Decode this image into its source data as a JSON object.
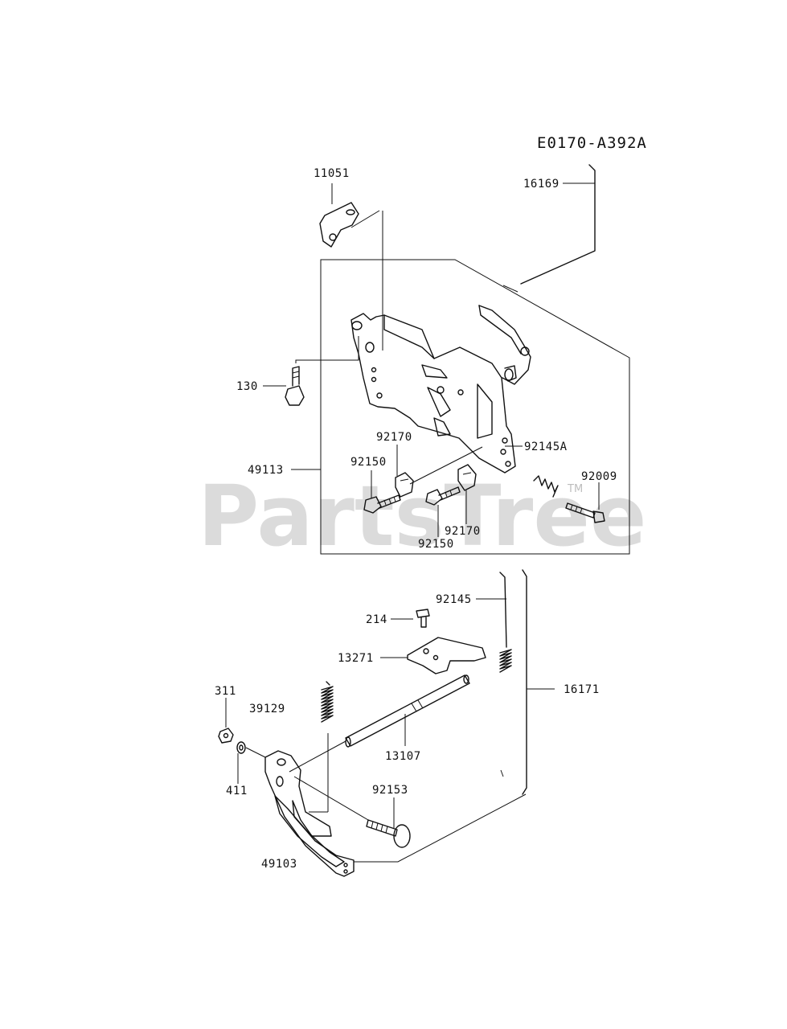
{
  "diagram_code": "E0170-A392A",
  "watermark": {
    "text": "PartsTree",
    "trademark": "TM"
  },
  "part_labels": {
    "p11051": "11051",
    "p16169": "16169",
    "p130": "130",
    "p92170a": "92170",
    "p92145a": "92145A",
    "p92150a": "92150",
    "p49113": "49113",
    "p92009": "92009",
    "p92170b": "92170",
    "p92150b": "92150",
    "p92145": "92145",
    "p214": "214",
    "p13271": "13271",
    "p16171": "16171",
    "p311": "311",
    "p39129": "39129",
    "p13107": "13107",
    "p411": "411",
    "p92153": "92153",
    "p49103": "49103"
  }
}
